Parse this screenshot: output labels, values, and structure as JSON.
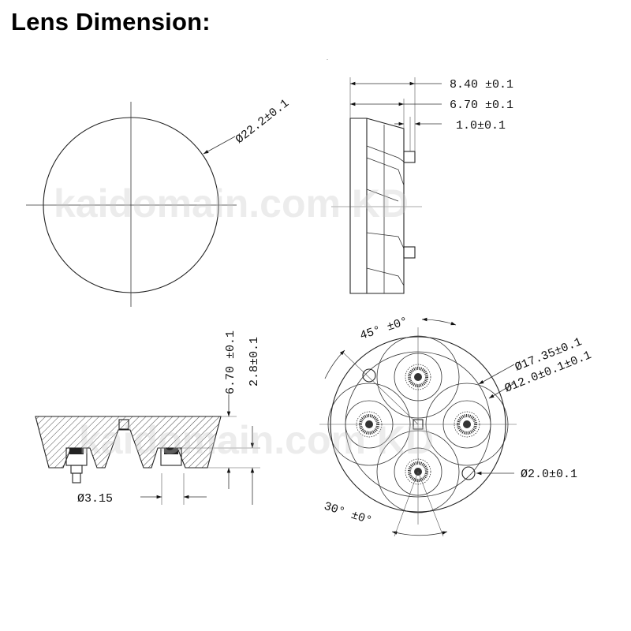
{
  "title": "Lens Dimension:",
  "watermark": {
    "top": "kaidomain.com KD",
    "bottom": "kaidomain.com KD"
  },
  "front_view": {
    "diameter": "Ø22.2±0.1"
  },
  "side_view": {
    "dim_total": "8.40 ±0.1",
    "dim_body": "6.70 ±0.1",
    "dim_pin": "1.0±0.1"
  },
  "section_view": {
    "dim_height": "6.70 ±0.1",
    "dim_depth": "2.8±0.1",
    "dim_bore": "Ø3.15"
  },
  "bottom_view": {
    "angle_top": "45° ±0°",
    "angle_bottom": "30° ±0°",
    "dim_pitch_circle": "Ø17.35±0.1",
    "dim_optic": "Ø12.0±0.1±0.1",
    "dim_hole": "Ø2.0±0.1"
  },
  "colors": {
    "line": "#222222",
    "watermark": "#c8c8c8"
  }
}
